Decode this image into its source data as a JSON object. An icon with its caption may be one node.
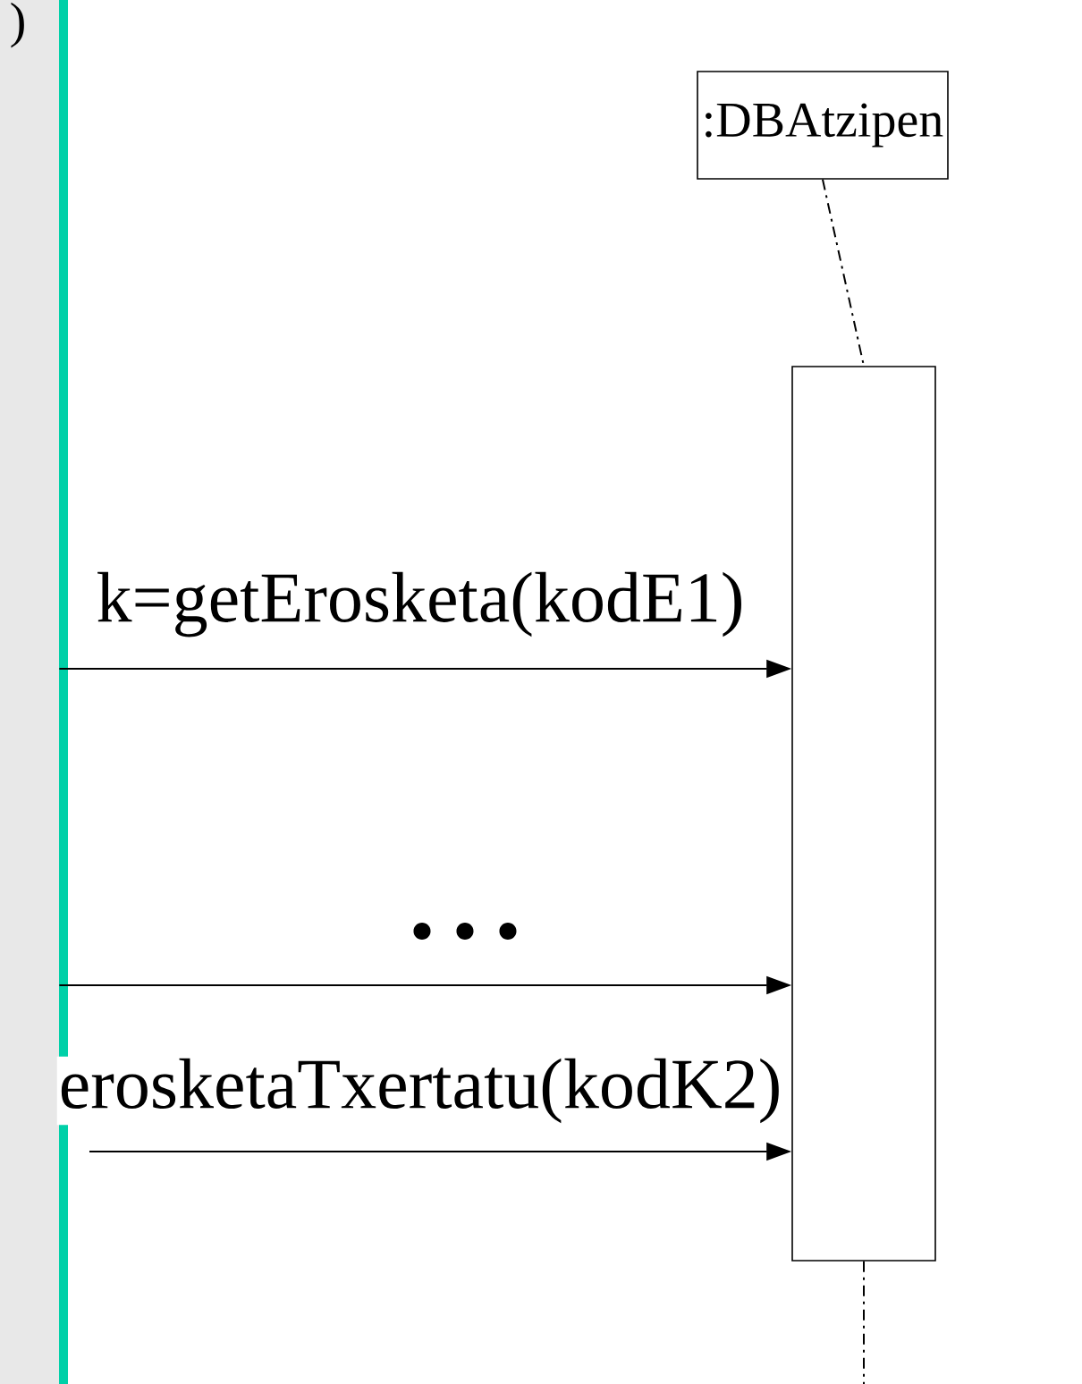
{
  "diagram": {
    "nodes": [
      {
        "text": [],
        "shape": "box"
      },
      {
        "text": [
          ":DBAtzipen"
        ]
      },
      {
        "text": [],
        "shape": "bar"
      }
    ],
    "edges": [
      {
        "from": 1,
        "to": 2,
        "arrow": "none",
        "style": "dashed"
      },
      {
        "from": 2,
        "to": null,
        "arrow": "none",
        "style": "dashed"
      },
      {
        "from": 0,
        "to": 2,
        "arrow": "to",
        "label": "k=getErosketa(kodE1)"
      },
      {
        "from": 0,
        "to": 2,
        "arrow": "to",
        "label": "• • •"
      },
      {
        "from": null,
        "to": 2,
        "arrow": "to",
        "label": "erosketaTxertatu(kodK2)"
      }
    ],
    "labels": [
      ")"
    ]
  }
}
